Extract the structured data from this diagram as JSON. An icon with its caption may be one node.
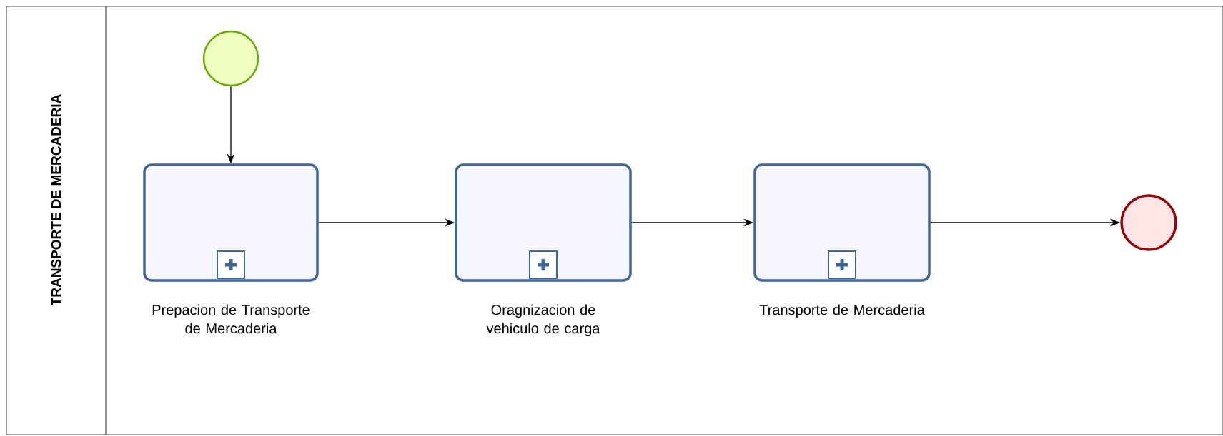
{
  "diagram": {
    "nodes": [
      {
        "text": [
          "TRANSPORTE DE MERCADERIA"
        ]
      },
      {
        "text": [],
        "shape": "circle",
        "in": 0
      },
      {
        "text": [
          "Prepacion de Transporte de Mercaderia"
        ],
        "in": 0
      },
      {
        "text": [
          "Oragnizacion de vehiculo de carga"
        ],
        "in": 0
      },
      {
        "text": [
          "Transporte de Mercaderia"
        ],
        "in": 0
      },
      {
        "text": [],
        "shape": "circle",
        "in": 0
      }
    ],
    "edges": [
      {
        "from": 1,
        "to": 2,
        "arrow": "to"
      },
      {
        "from": 2,
        "to": 3,
        "arrow": "to"
      },
      {
        "from": 3,
        "to": 4,
        "arrow": "to"
      },
      {
        "from": 4,
        "to": 5,
        "arrow": "to"
      }
    ]
  }
}
